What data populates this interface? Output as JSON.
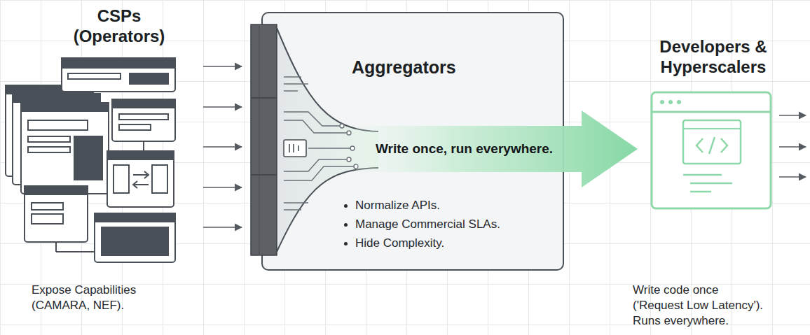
{
  "diagram": {
    "nodes": [
      {
        "text": [
          "Aggregators",
          "Normalize APIs.",
          "Manage Commercial SLAs.",
          "Hide Complexity."
        ]
      },
      {
        "text": [
          "Write once, run everywhere."
        ]
      }
    ],
    "labels": [
      "CSPs (Operators)",
      "Expose Capabilities (CAMARA, NEF).",
      "Developers & Hyperscalers",
      "Write code once ('Request Low Latency'). Runs everywhere."
    ]
  }
}
